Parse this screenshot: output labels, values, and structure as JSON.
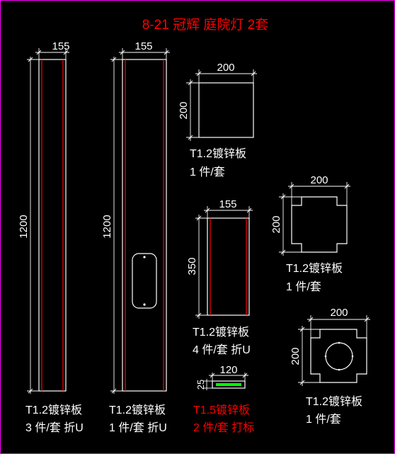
{
  "title": "8-21  冠辉 庭院灯 2套",
  "parts": [
    {
      "width": "155",
      "height": "1200",
      "material": "T1.2镀锌板",
      "qty": "3 件/套 折U"
    },
    {
      "width": "155",
      "height": "1200",
      "material": "T1.2镀锌板",
      "qty": "1 件/套 折U"
    },
    {
      "width": "200",
      "height": "200",
      "material": "T1.2镀锌板",
      "qty": "1 件/套"
    },
    {
      "width": "155",
      "height": "350",
      "material": "T1.2镀锌板",
      "qty": "4 件/套 折U"
    },
    {
      "width": "120",
      "height": "25",
      "material": "T1.5镀锌板",
      "qty": "2 件/套 打标"
    },
    {
      "width": "200",
      "height": "200",
      "material": "T1.2镀锌板",
      "qty": "1 件/套"
    },
    {
      "width": "200",
      "height": "200",
      "material": "T1.2镀锌板",
      "qty": "1 件/套"
    }
  ],
  "colors": {
    "background": "#000000",
    "lines": "#ffffff",
    "accent": "#ff0000",
    "border": "#ff00ff",
    "marker": "#00ff00"
  }
}
